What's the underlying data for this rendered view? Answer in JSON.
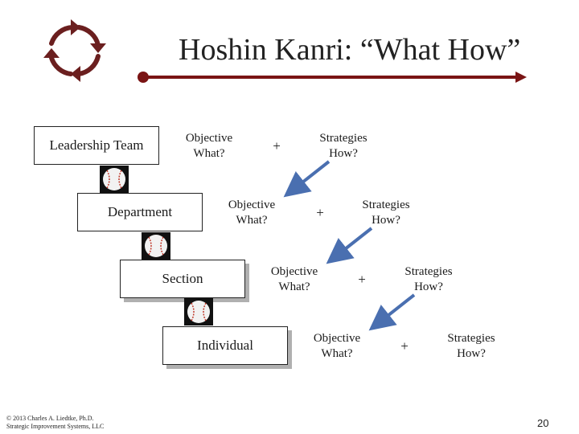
{
  "title": "Hoshin Kanri: “What How”",
  "colors": {
    "accent": "#7a1414",
    "arrow": "#4a6fb0"
  },
  "levels": [
    {
      "name": "Leadership Team",
      "objective": [
        "Objective",
        "What?"
      ],
      "plus": "+",
      "strategies": [
        "Strategies",
        "How?"
      ]
    },
    {
      "name": "Department",
      "objective": [
        "Objective",
        "What?"
      ],
      "plus": "+",
      "strategies": [
        "Strategies",
        "How?"
      ]
    },
    {
      "name": "Section",
      "objective": [
        "Objective",
        "What?"
      ],
      "plus": "+",
      "strategies": [
        "Strategies",
        "How?"
      ]
    },
    {
      "name": "Individual",
      "objective": [
        "Objective",
        "What?"
      ],
      "plus": "+",
      "strategies": [
        "Strategies",
        "How?"
      ]
    }
  ],
  "icons": {
    "logo": "cycle-arrows-icon",
    "ball": "baseball-icon"
  },
  "footer": {
    "line1": "© 2013 Charles A. Liedtke, Ph.D.",
    "line2": "Strategic Improvement Systems, LLC"
  },
  "page_number": "20"
}
